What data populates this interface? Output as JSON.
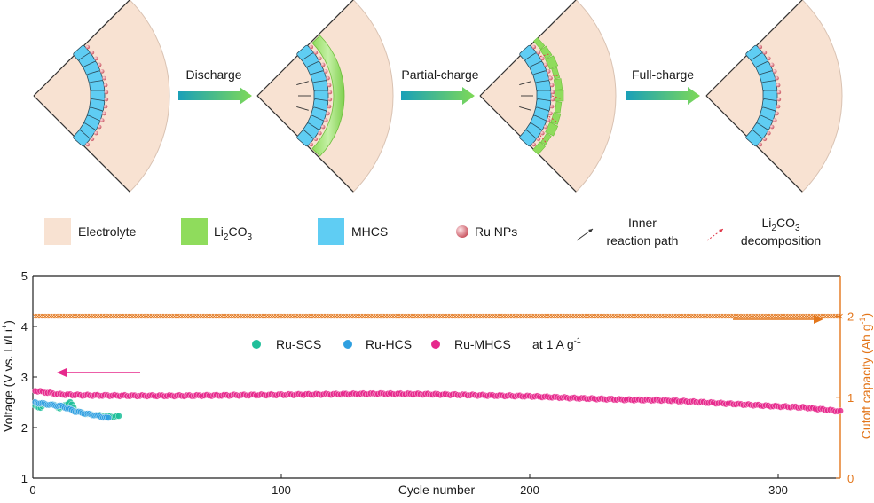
{
  "schematic": {
    "steps": [
      "Discharge",
      "Partial-charge",
      "Full-charge"
    ],
    "legend": {
      "electrolyte": "Electrolyte",
      "li2co3": "Li2CO3",
      "mhcs": "MHCS",
      "ru_nps": "Ru NPs",
      "inner_path_line1": "Inner",
      "inner_path_line2": "reaction path",
      "decomp_line1": "Li2CO3",
      "decomp_line2": "decomposition"
    },
    "colors": {
      "electrolyte": "#f8e2d2",
      "li2co3": "#8fdc5c",
      "mhcs": "#5fcdf3",
      "ru_nps": "#e07880",
      "arrow_start": "#1aa0b8",
      "arrow_end": "#7ed957"
    }
  },
  "chart_data": {
    "type": "scatter",
    "xlabel": "Cycle number",
    "ylabel_left": "Voltage (V vs. Li/Li+)",
    "ylabel_right": "Cutoff capacity (Ah g-1)",
    "xlim": [
      0,
      325
    ],
    "ylim_left": [
      1,
      5
    ],
    "ylim_right": [
      0,
      2.5
    ],
    "xticks": [
      0,
      100,
      200,
      300
    ],
    "yticks_left": [
      1,
      2,
      3,
      4,
      5
    ],
    "yticks_right": [
      0,
      1,
      2
    ],
    "annotation": "at 1 A g-1",
    "series": [
      {
        "name": "Ru-SCS",
        "color": "#1fbf9a",
        "axis": "left",
        "x": [
          1,
          3,
          5,
          7,
          9,
          11,
          13,
          15,
          17,
          19,
          21,
          23,
          25,
          27,
          29,
          31,
          33,
          35
        ],
        "y": [
          2.42,
          2.4,
          2.45,
          2.46,
          2.44,
          2.38,
          2.45,
          2.5,
          2.35,
          2.3,
          2.28,
          2.26,
          2.25,
          2.24,
          2.23,
          2.22,
          2.22,
          2.22
        ]
      },
      {
        "name": "Ru-HCS",
        "color": "#2e9fe0",
        "axis": "left",
        "x": [
          1,
          3,
          5,
          7,
          9,
          11,
          13,
          15,
          17,
          19,
          21,
          23,
          25,
          27,
          29,
          31
        ],
        "y": [
          2.5,
          2.48,
          2.47,
          2.45,
          2.44,
          2.43,
          2.4,
          2.36,
          2.32,
          2.3,
          2.28,
          2.26,
          2.25,
          2.22,
          2.2,
          2.18
        ]
      },
      {
        "name": "Ru-MHCS",
        "color": "#e6288c",
        "axis": "left",
        "x": [
          1,
          10,
          20,
          40,
          60,
          80,
          100,
          120,
          140,
          160,
          180,
          200,
          220,
          240,
          255,
          270,
          285,
          300,
          310,
          318,
          325
        ],
        "y": [
          2.73,
          2.66,
          2.64,
          2.63,
          2.63,
          2.64,
          2.65,
          2.66,
          2.67,
          2.66,
          2.64,
          2.62,
          2.58,
          2.55,
          2.54,
          2.5,
          2.46,
          2.42,
          2.4,
          2.36,
          2.32
        ]
      },
      {
        "name": "Cutoff capacity",
        "color": "#e3761b",
        "axis": "right",
        "x_from": 1,
        "x_to": 325,
        "y_const": 2.0
      }
    ]
  }
}
